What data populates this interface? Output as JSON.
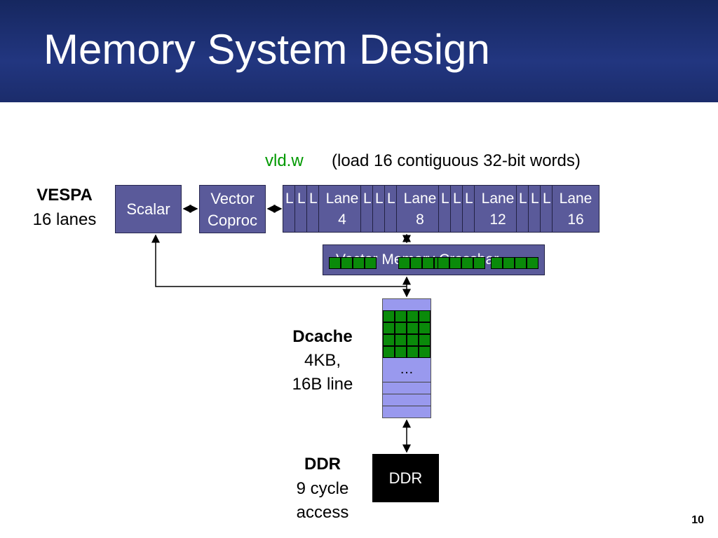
{
  "header": {
    "title": "Memory System Design"
  },
  "instruction": {
    "code": "vld.w",
    "code_color": "#009900",
    "description": "(load 16 contiguous 32-bit words)"
  },
  "vespa": {
    "name": "VESPA",
    "sub": "16 lanes"
  },
  "scalar": {
    "label": "Scalar"
  },
  "vector_coproc": {
    "line1": "Vector",
    "line2": "Coproc"
  },
  "lanes": [
    {
      "label": "L",
      "big": false
    },
    {
      "label": "L",
      "big": false
    },
    {
      "label": "L",
      "big": false
    },
    {
      "label": "Lane",
      "num": "4",
      "big": true
    },
    {
      "label": "L",
      "big": false
    },
    {
      "label": "L",
      "big": false
    },
    {
      "label": "L",
      "big": false
    },
    {
      "label": "Lane",
      "num": "8",
      "big": true
    },
    {
      "label": "L",
      "big": false
    },
    {
      "label": "L",
      "big": false
    },
    {
      "label": "L",
      "big": false
    },
    {
      "label": "Lane",
      "num": "12",
      "big": true
    },
    {
      "label": "L",
      "big": false
    },
    {
      "label": "L",
      "big": false
    },
    {
      "label": "L",
      "big": false
    },
    {
      "label": "Lane",
      "num": "16",
      "big": true
    }
  ],
  "vmc": {
    "label": "Vector Memory Crossbar"
  },
  "dcache": {
    "name": "Dcache",
    "size": "4KB,",
    "line": "16B line",
    "dots": "…"
  },
  "ddr": {
    "name": "DDR",
    "latency": "9 cycle",
    "access": "access",
    "box_label": "DDR"
  },
  "page_number": "10",
  "colors": {
    "header": "#1e3178",
    "box": "#5a5a9a",
    "cache": "#9999ee",
    "word": "#0a8a0a"
  }
}
